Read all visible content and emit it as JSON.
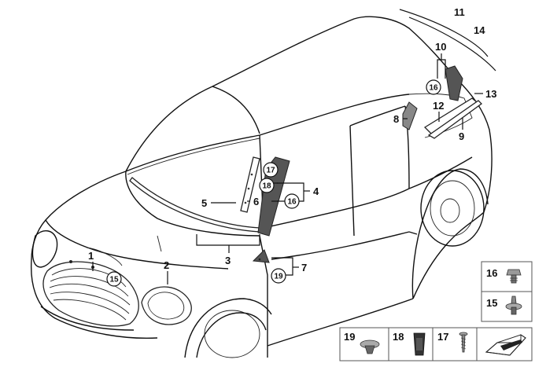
{
  "callouts": {
    "c1": "1",
    "c2": "2",
    "c3": "3",
    "c4": "4",
    "c5": "5",
    "c6": "6",
    "c7": "7",
    "c8": "8",
    "c9": "9",
    "c10": "10",
    "c11": "11",
    "c12": "12",
    "c13": "13",
    "c14": "14",
    "c15": "15",
    "c16a": "16",
    "c16b": "16",
    "c17": "17",
    "c18": "18",
    "c19": "19"
  },
  "legend": {
    "l16": "16",
    "l15": "15",
    "l19": "19",
    "l18": "18",
    "l17": "17"
  }
}
